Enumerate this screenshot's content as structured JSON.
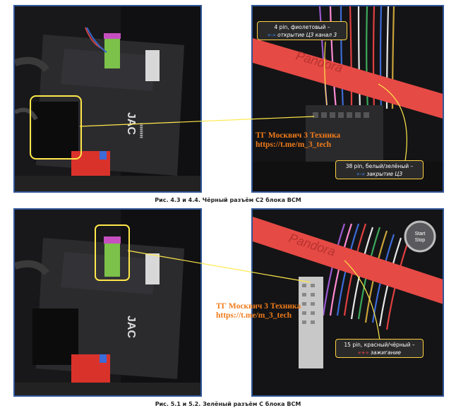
{
  "top": {
    "callout_pin4": {
      "line1": "4 pin, фиолетовый –",
      "sign": "«-»",
      "line2": "открытие ЦЗ канал 3"
    },
    "callout_pin38": {
      "line1": "38 pin, белый/зелёный –",
      "sign": "«-»",
      "line2": "закрытие ЦЗ"
    },
    "watermark": {
      "line1": "ТГ Москвич 3 Техника",
      "line2": "https://t.me/m_3_tech"
    },
    "brand_text": "JAC",
    "pandora_text": "Pandora",
    "caption": "Рис. 4.3 и 4.4. Чёрный разъём С2 блока ВСМ"
  },
  "bottom": {
    "callout_pin15": {
      "line1": "15 pin, красный/чёрный –",
      "sign": "«+»",
      "line2": "зажигание"
    },
    "watermark": {
      "line1": "ТГ Москвич 3 Техника",
      "line2": "https://t.me/m_3_tech"
    },
    "brand_text": "JAC",
    "pandora_text": "Pandora",
    "start_button": {
      "line1": "Start",
      "line2": "Stop"
    },
    "caption": "Рис. 5.1 и 5.2. Зелёный разъём С блока ВСМ"
  },
  "colors": {
    "frame": "#2f5597",
    "highlight": "#ffe84a",
    "watermark": "#f07b1a",
    "pandora_strap": "#e64a45",
    "green_connector": "#7cc24a",
    "purple_connector": "#c64fc0",
    "red_connector": "#d9322b"
  }
}
